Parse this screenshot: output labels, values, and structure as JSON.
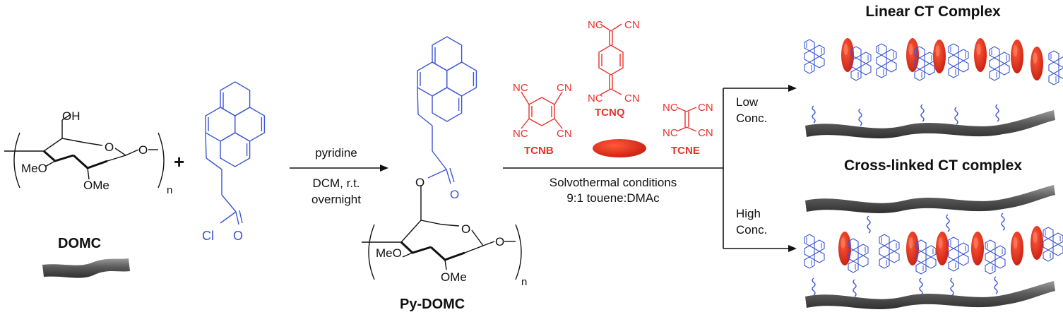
{
  "colors": {
    "pyrene": "#3a55d4",
    "acceptor": "#e8312a",
    "chain": "#555555",
    "text": "#111111"
  },
  "reactant": {
    "oh": "OH",
    "ring_o": "O",
    "meo": "MeO",
    "ome": "OMe",
    "o_link": "O",
    "n": "n",
    "name": "DOMC",
    "plus": "+"
  },
  "acyl_chloride": {
    "cl": "Cl",
    "o": "O"
  },
  "step1": {
    "line1": "pyridine",
    "line2": "DCM, r.t.",
    "line3": "overnight"
  },
  "product": {
    "ring_o": "O",
    "meo": "MeO",
    "ome": "OMe",
    "o_link": "O",
    "n": "n",
    "ester_o1": "O",
    "ester_o2": "O",
    "name": "Py-DOMC"
  },
  "acceptors": {
    "tcnb": {
      "cn1": "NC",
      "cn2": "CN",
      "cn3": "NC",
      "cn4": "CN",
      "name": "TCNB"
    },
    "tcnq": {
      "cn1": "NC",
      "cn2": "CN",
      "cn3": "NC",
      "cn4": "CN",
      "name": "TCNQ"
    },
    "tcne": {
      "cn1": "NC",
      "cn2": "CN",
      "cn3": "NC",
      "cn4": "CN",
      "name": "TCNE"
    }
  },
  "step2": {
    "line1": "Solvothermal conditions",
    "line2": "9:1 touene:DMAc"
  },
  "branch_low": {
    "line1": "Low",
    "line2": "Conc."
  },
  "branch_high": {
    "line1": "High",
    "line2": "Conc."
  },
  "result_linear": {
    "title": "Linear CT Complex"
  },
  "result_crosslinked": {
    "title": "Cross-linked CT complex"
  }
}
